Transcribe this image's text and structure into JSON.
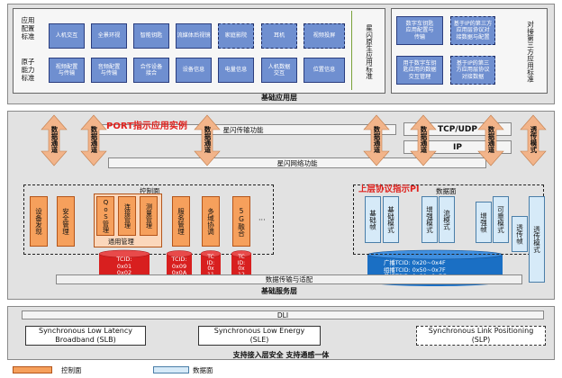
{
  "basic_app_layer": {
    "title": "基础应用层",
    "row1_label": "应用\n配置\n标准",
    "row2_label": "原子\n能力\n标准",
    "row1": [
      "人机交互",
      "全景环视",
      "智能钥匙",
      "流媒体后视镜",
      "家庭影院",
      "耳机",
      "视频投屏"
    ],
    "row2": [
      "视频配置\n与传输",
      "音频配置\n与传输",
      "合作设备\n接合",
      "设备信息",
      "电量信息",
      "人机数据\n交互",
      "位置信息"
    ],
    "star_std": "星闪原生应用标准",
    "third_label": "对接第三方应用标准",
    "third_row1": [
      "数字车钥匙\n应用配置与\n传输",
      "基于IP的第三方\n应用层协议对\n接数据与配置"
    ],
    "third_row2": [
      "用于数字车钥\n匙应用的数据\n交互管理",
      "基于IP的第三\n方应用层协议\n对接数据"
    ]
  },
  "port_label": "PORT指示应用实例",
  "transport_label": "星闪传输功能",
  "network_label": "星闪网络功能",
  "tcp_label": "TCP/UDP",
  "ip_label": "IP",
  "transparent_label": "透传模式",
  "data_channel_label": "数据通道",
  "control_plane": {
    "title": "控制面",
    "items": [
      "设备发现",
      "安全管理",
      "QoS管理",
      "连接管理",
      "测量管理",
      "服务管理",
      "多域协调",
      "5G融合"
    ],
    "general_mgmt": "通用管理",
    "ellipsis": "···",
    "cylinders": [
      "TCID:\n0x01\n0x02",
      "TCID:\n0x09\n0x0A",
      "TC\nID:\n0x\n11",
      "TC\nID:\n0x\n12"
    ]
  },
  "upper_protocol_label": "上层协议指示PI",
  "data_plane": {
    "title": "数据面",
    "items": [
      "基础模式",
      "基础帧",
      "增强模式",
      "流模式",
      "增强帧",
      "可靠模式",
      "透传帧",
      "透传模式"
    ],
    "cylinder": "广播TCID: 0x20~0x4F\n组播TCID: 0x50~0x7F\n单播TCID: 0x80~0xDF"
  },
  "data_transfer_label": "数据传输与适配",
  "basic_service_layer": "基础服务层",
  "dli_label": "DLI",
  "access_layer": {
    "slb": "Synchronous Low Latency\nBroadband (SLB)",
    "sle": "Synchronous Low Energy\n(SLE)",
    "slp": "Synchronous Link Positioning\n(SLP)",
    "caption": "支持接入层安全 支持通感一体"
  },
  "legend": {
    "control": "控制面",
    "data": "数据面"
  },
  "colors": {
    "orange": "#f6a05c",
    "blue": "#6f8fd0",
    "red_text": "#e0221e",
    "light_blue": "#d6eaf8"
  }
}
